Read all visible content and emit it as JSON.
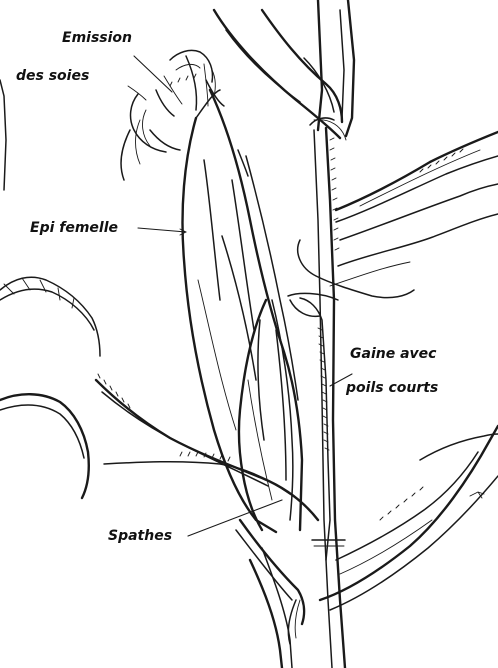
{
  "labels": {
    "emission_line1": "Emission",
    "emission_line2": "des soies",
    "epi_femelle": "Epi femelle",
    "gaine_line1": "Gaine avec",
    "gaine_line2": "poils courts",
    "spathes": "Spathes"
  },
  "colors": {
    "ink": "#1a1a1a",
    "paper": "#ffffff"
  }
}
